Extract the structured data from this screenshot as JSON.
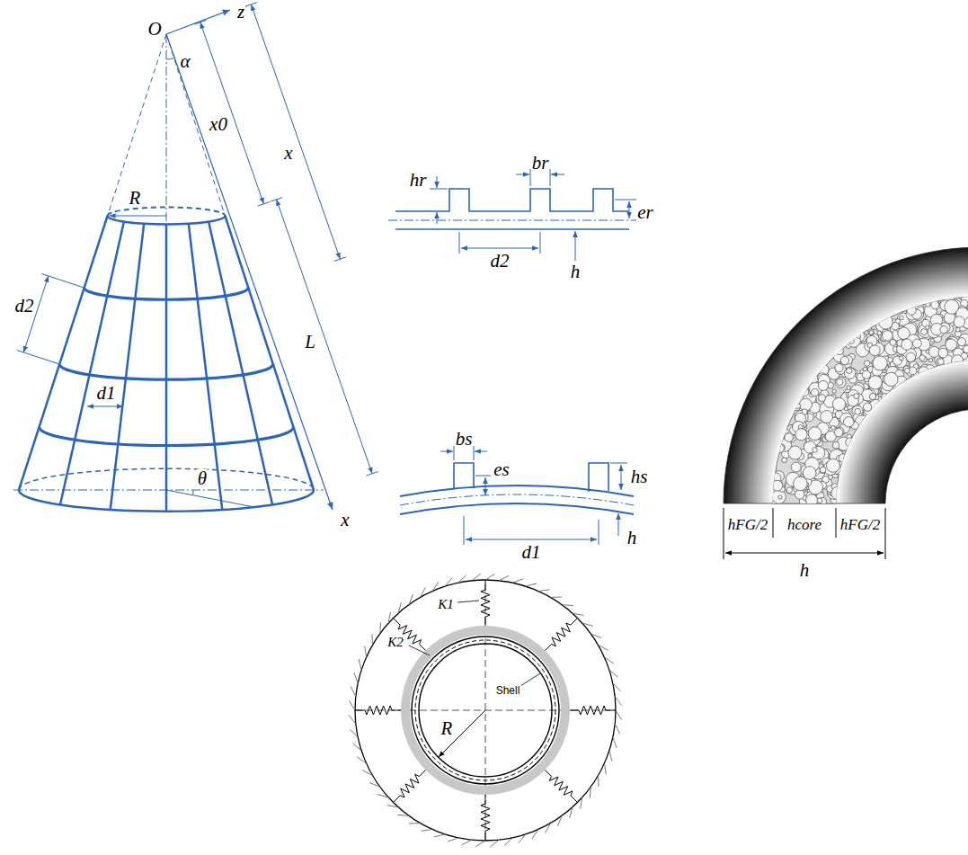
{
  "diagram": {
    "labels": [
      "O",
      "z",
      "α",
      "x0",
      "x",
      "R",
      "L",
      "d2",
      "d1",
      "θ",
      "x",
      "hr",
      "br",
      "er",
      "d2",
      "h",
      "bs",
      "hs",
      "es",
      "d1",
      "h",
      "hFG/2",
      "hcore",
      "hFG/2",
      "h",
      "K1",
      "K2",
      "Shell",
      "R"
    ]
  }
}
